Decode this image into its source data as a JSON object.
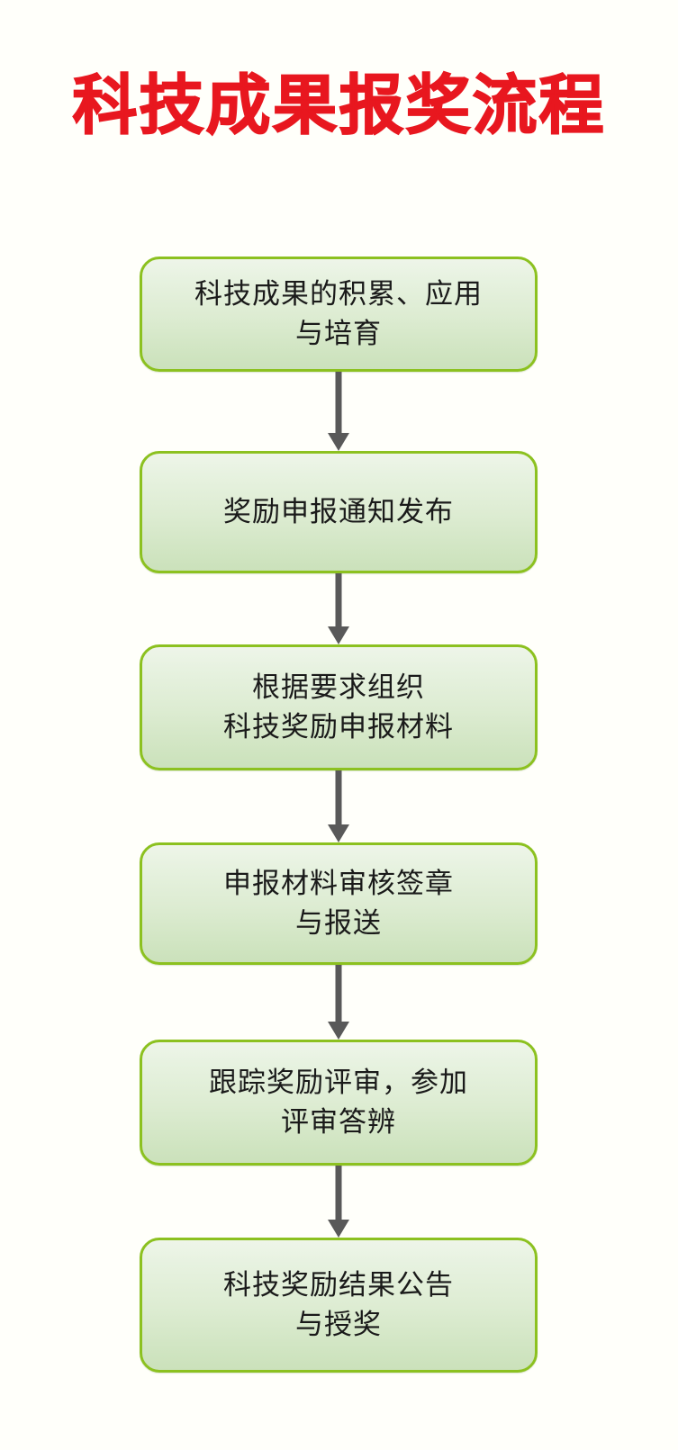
{
  "title": "科技成果报奖流程",
  "colors": {
    "background": "#fffffa",
    "title_red": "#e8171f",
    "node_border_green": "#8cc120",
    "node_fill_top": "#eef5e9",
    "node_fill_bottom": "#cbe1bb",
    "arrow_gray": "#595959",
    "node_text": "#1a1a1a"
  },
  "flow": {
    "orientation": "vertical-top-to-bottom",
    "connector": "down-arrow",
    "nodes": [
      {
        "id": "step-1",
        "text": "科技成果的积累、应用\n与培育"
      },
      {
        "id": "step-2",
        "text": "奖励申报通知发布"
      },
      {
        "id": "step-3",
        "text": "根据要求组织\n科技奖励申报材料"
      },
      {
        "id": "step-4",
        "text": "申报材料审核签章\n与报送"
      },
      {
        "id": "step-5",
        "text": "跟踪奖励评审，参加\n评审答辨"
      },
      {
        "id": "step-6",
        "text": "科技奖励结果公告\n与授奖"
      }
    ]
  }
}
